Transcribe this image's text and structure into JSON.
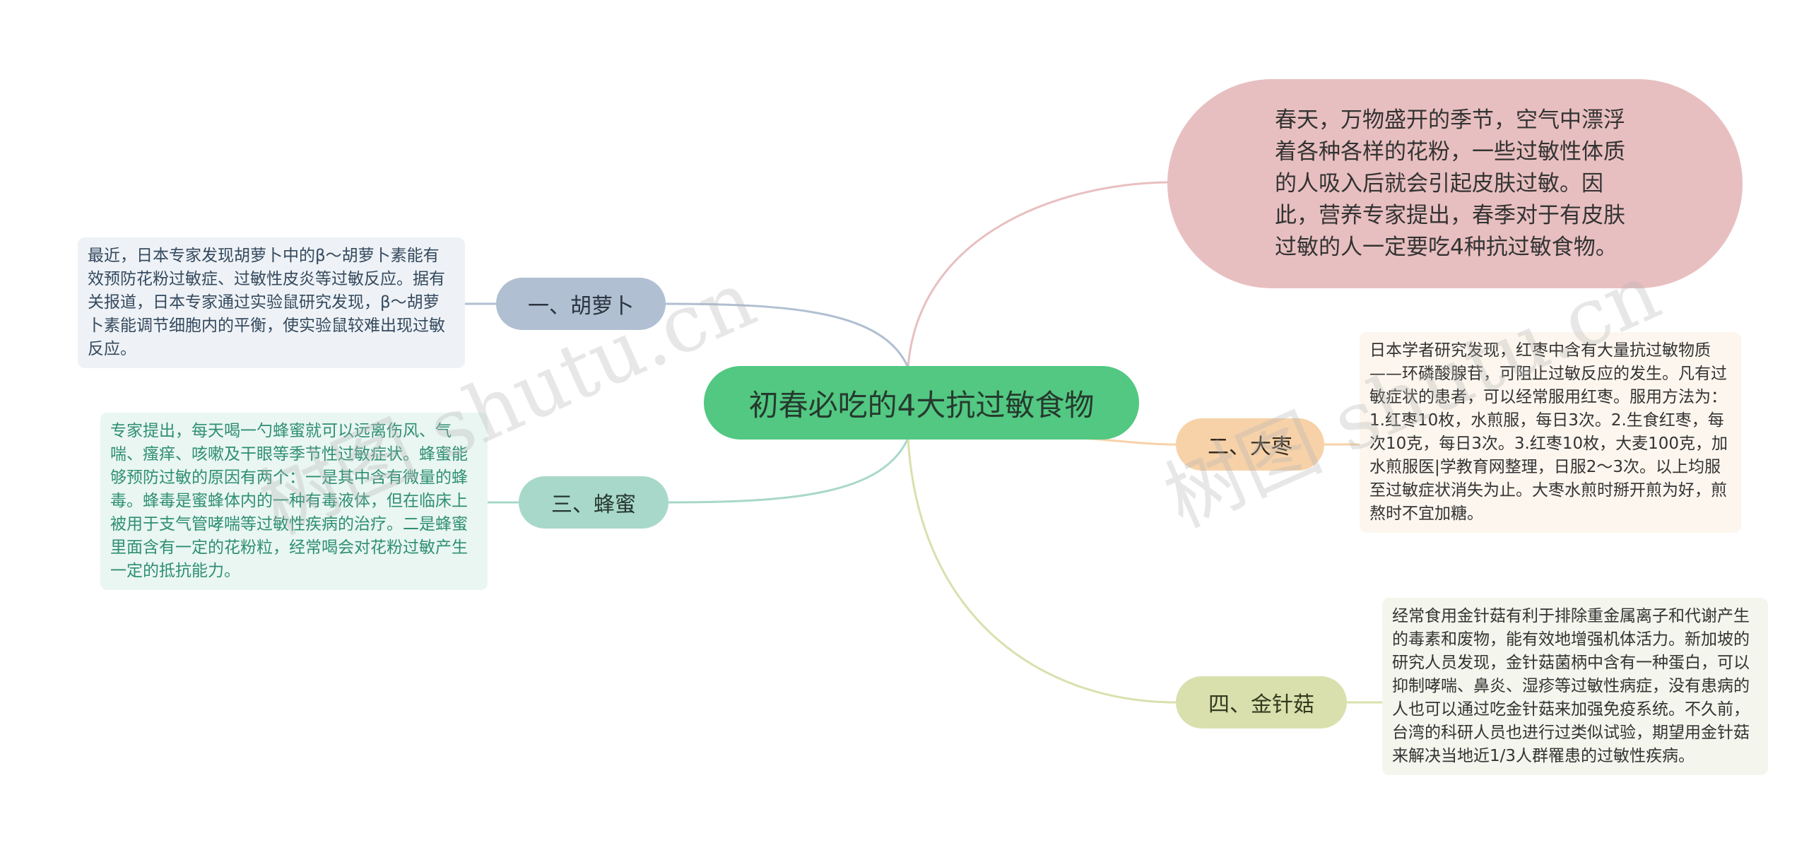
{
  "center": {
    "title": "初春必吃的4大抗过敏食物"
  },
  "intro": "春天，万物盛开的季节，空气中漂浮着各种各样的花粉，一些过敏性体质的人吸入后就会引起皮肤过敏。因此，营养专家提出，春季对于有皮肤过敏的人一定要吃4种抗过敏食物。",
  "branches": [
    {
      "label": "一、胡萝卜",
      "detail": "最近，日本专家发现胡萝卜中的β～胡萝卜素能有效预防花粉过敏症、过敏性皮炎等过敏反应。据有关报道，日本专家通过实验鼠研究发现，β～胡萝卜素能调节细胞内的平衡，使实验鼠较难出现过敏反应。"
    },
    {
      "label": "二、大枣",
      "detail": "日本学者研究发现，红枣中含有大量抗过敏物质——环磷酸腺苷，可阻止过敏反应的发生。凡有过敏症状的患者，可以经常服用红枣。服用方法为：1.红枣10枚，水煎服，每日3次。2.生食红枣，每次10克，每日3次。3.红枣10枚，大麦100克，加水煎服医|学教育网整理，日服2～3次。以上均服至过敏症状消失为止。大枣水煎时掰开煎为好，煎熬时不宜加糖。"
    },
    {
      "label": "三、蜂蜜",
      "detail": "专家提出，每天喝一勺蜂蜜就可以远离伤风、气喘、瘙痒、咳嗽及干眼等季节性过敏症状。蜂蜜能够预防过敏的原因有两个：一是其中含有微量的蜂毒。蜂毒是蜜蜂体内的一种有毒液体，但在临床上被用于支气管哮喘等过敏性疾病的治疗。二是蜂蜜里面含有一定的花粉粒，经常喝会对花粉过敏产生一定的抵抗能力。"
    },
    {
      "label": "四、金针菇",
      "detail": "经常食用金针菇有利于排除重金属离子和代谢产生的毒素和废物，能有效地增强机体活力。新加坡的研究人员发现，金针菇菌柄中含有一种蛋白，可以抑制哮喘、鼻炎、湿疹等过敏性病症，没有患病的人也可以通过吃金针菇来加强免疫系统。不久前，台湾的科研人员也进行过类似试验，期望用金针菇来解决当地近1/3人群罹患的过敏性疾病。"
    }
  ],
  "watermarks": [
    "树图 shutu.cn",
    "树图 shutu.cn"
  ],
  "colors": {
    "center": "#52c882",
    "intro": "#e8bfc0",
    "branch1": "#b0bfd1",
    "branch2": "#f7d2a8",
    "branch3": "#a8d8c9",
    "branch4": "#d9e0ad"
  }
}
